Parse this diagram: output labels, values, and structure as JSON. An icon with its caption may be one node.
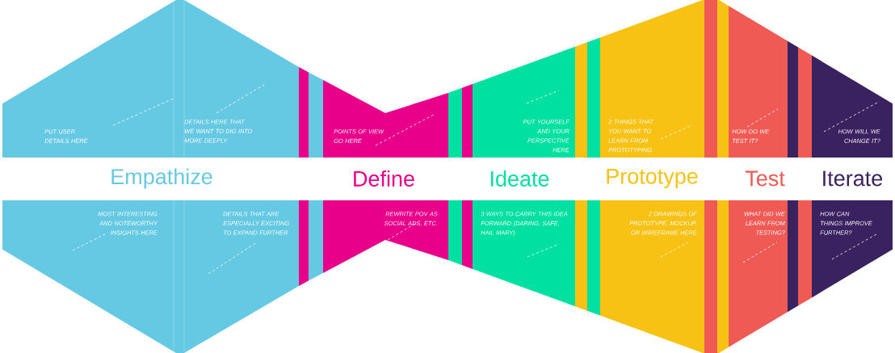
{
  "diagram": {
    "nodes": [
      {
        "text": [
          "PUT USER DETAILS HERE"
        ]
      },
      {
        "text": [
          "DETAILS HERE THAT WE WANT TO DIG INTO MORE DEEPLY"
        ]
      },
      {
        "text": [
          "POINTS OF VIEW GO HERE"
        ]
      },
      {
        "text": [
          "PUT YOURSELF AND YOUR PERSPECTIVE HERE"
        ]
      },
      {
        "text": [
          "2 THINGS THAT YOU WANT TO LEARN FROM PROTOTYPING"
        ]
      },
      {
        "text": [
          "HOW DO WE TEST IT?"
        ]
      },
      {
        "text": [
          "HOW WILL WE CHANGE IT?"
        ]
      },
      {
        "text": [
          "MOST INTERESTING AND NOTEWORTHY INSIGHTS HERE"
        ]
      },
      {
        "text": [
          "DETAILS THAT ARE ESPECIALLY EXCITING TO EXPAND FURTHER"
        ]
      },
      {
        "text": [
          "REWRITE POV AS SOCIAL ADS, ETC."
        ]
      },
      {
        "text": [
          "3 WAYS TO CARRY THIS IDEA FORWARD (DARING, SAFE, HAIL MARY)"
        ]
      },
      {
        "text": [
          "2 DRAWINGS OF PROTOTYPE, MOCKUP, OR WIREFRAME HERE"
        ]
      },
      {
        "text": [
          "WHAT DID WE LEARN FROM TESTING?"
        ]
      },
      {
        "text": [
          "HOW CAN THINGS IMPROVE FURTHER?"
        ]
      }
    ],
    "labels": [
      "Empathize",
      "Define",
      "Ideate",
      "Prototype",
      "Test",
      "Iterate"
    ]
  }
}
